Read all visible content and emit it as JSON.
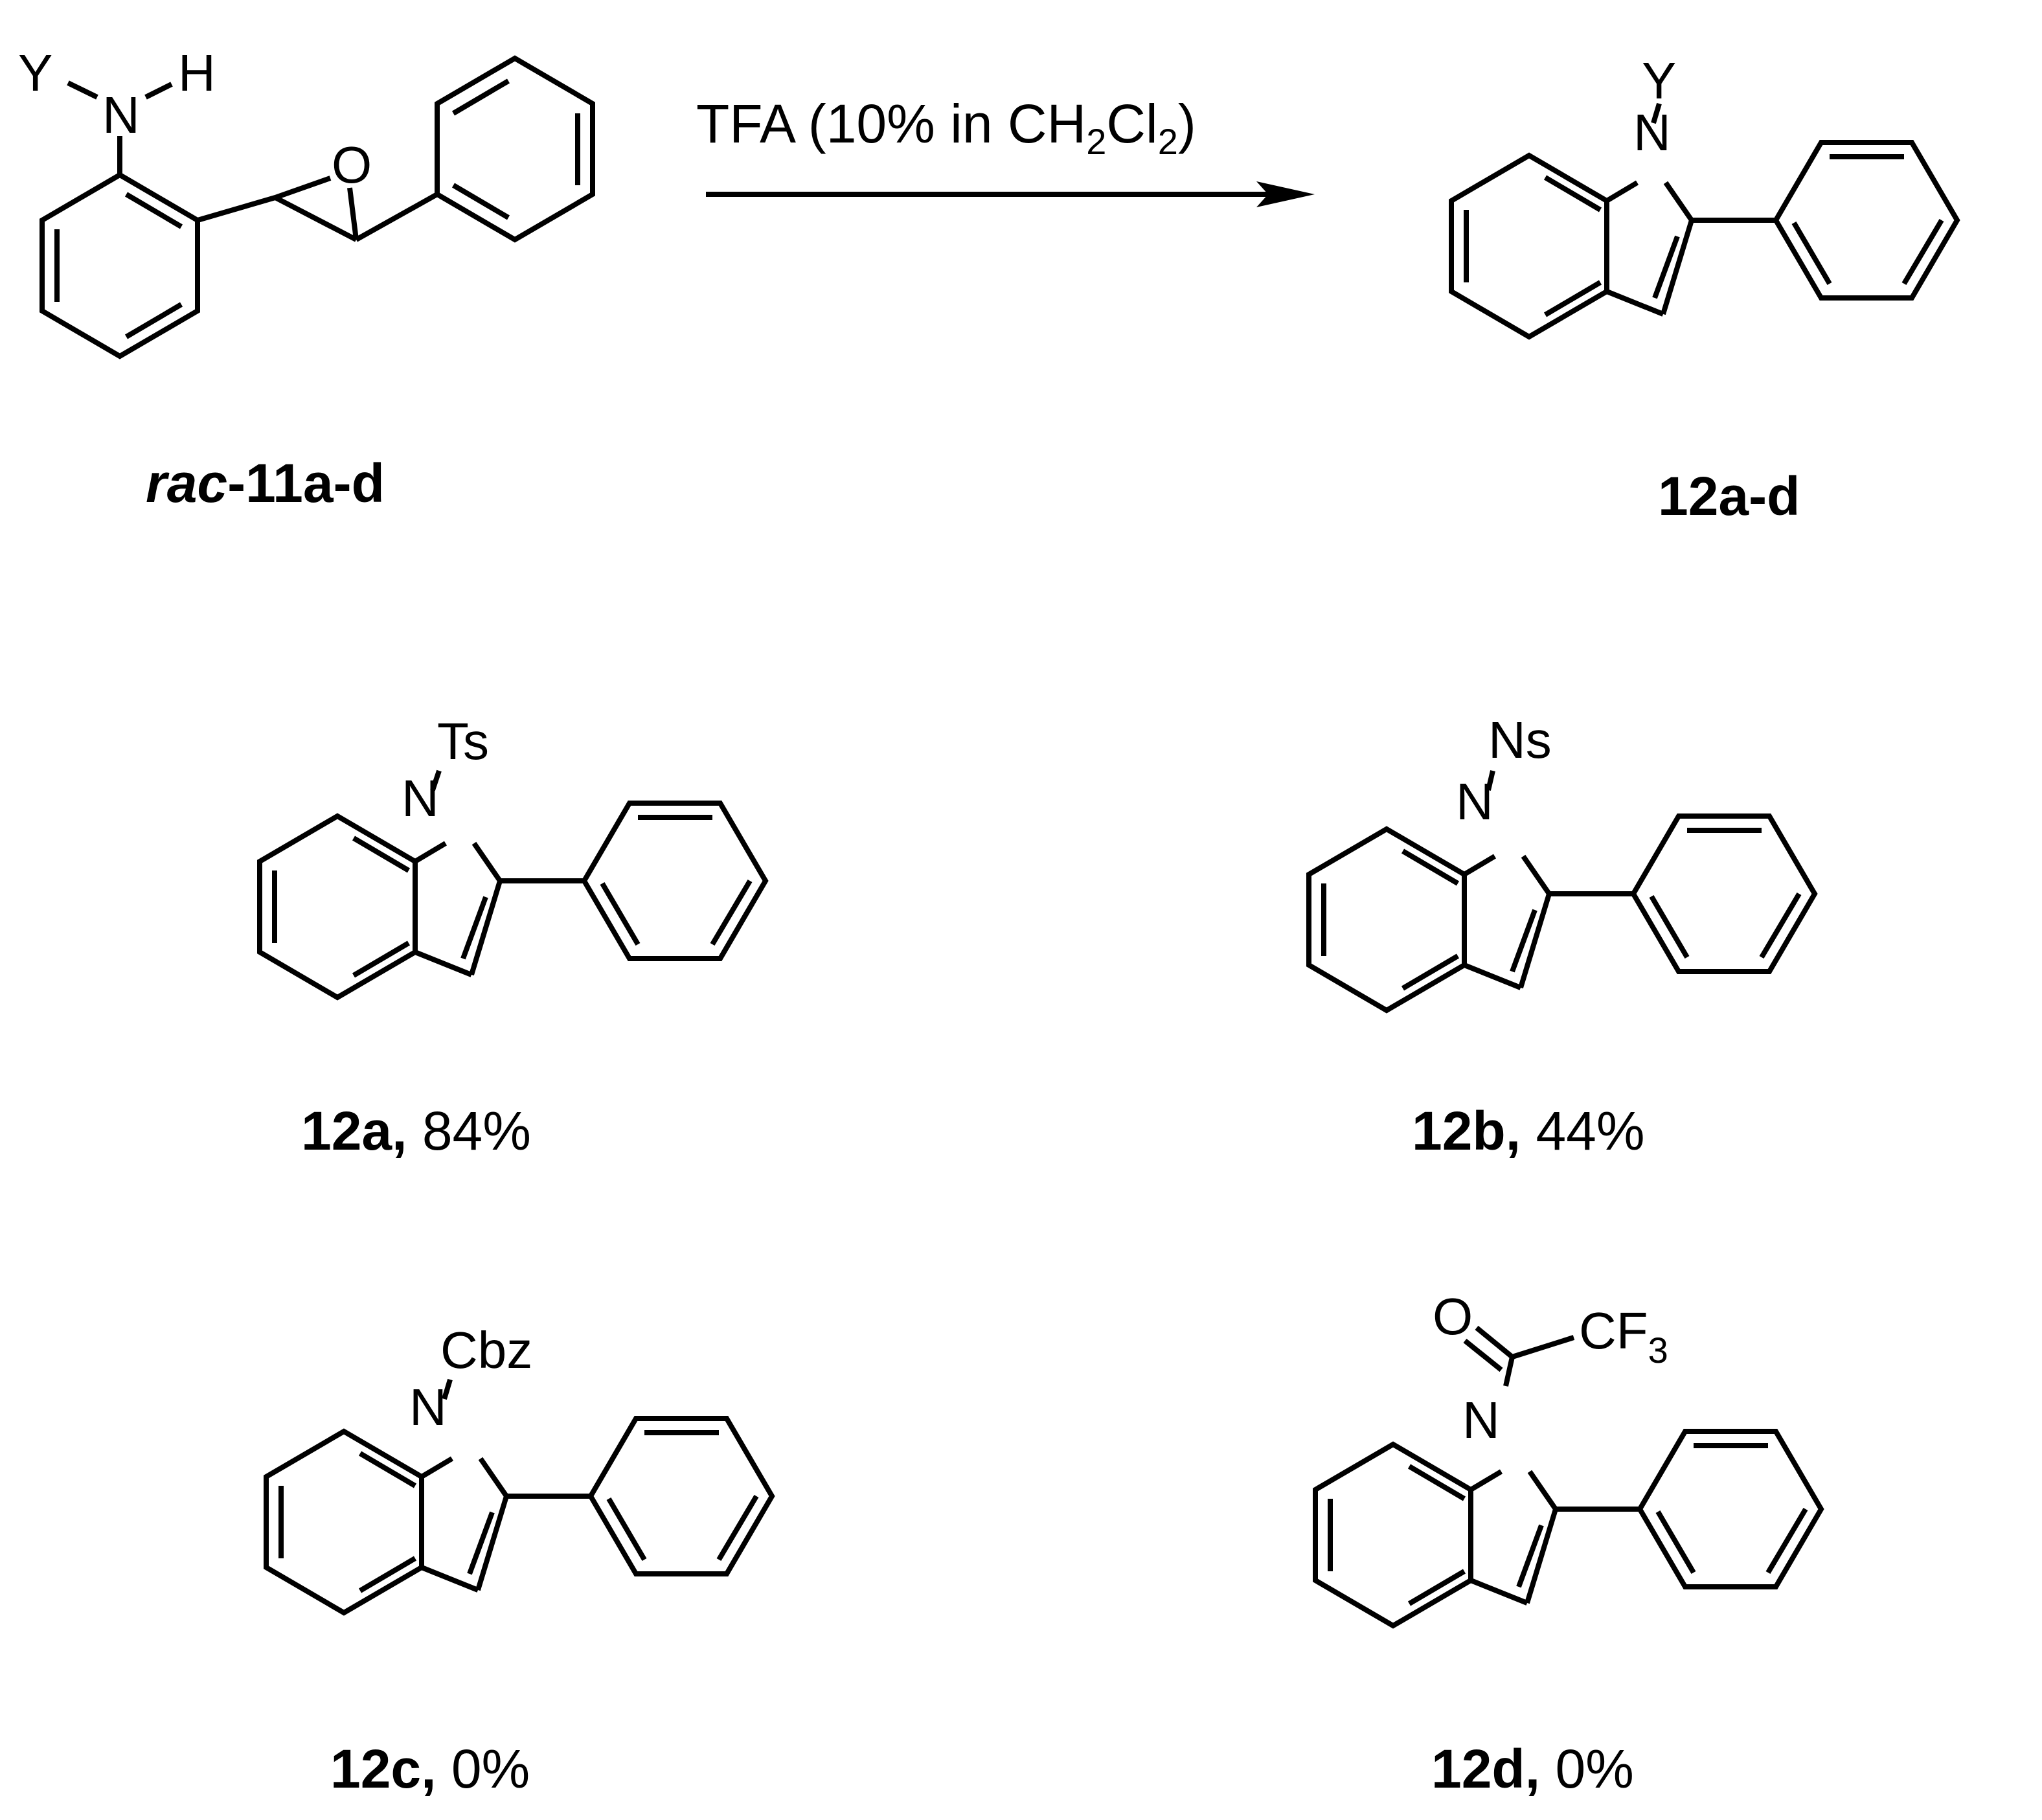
{
  "reactant": {
    "atoms": {
      "y": "Y",
      "n": "N",
      "h": "H",
      "o": "O"
    },
    "label_prefix": "rac",
    "label_number": "-11a-d"
  },
  "reaction": {
    "reagent_main": "TFA (10% in CH",
    "reagent_sub1": "2",
    "reagent_mid": "Cl",
    "reagent_sub2": "2",
    "reagent_end": ")"
  },
  "product_general": {
    "n": "N",
    "substituent": "Y",
    "label": "12a-d"
  },
  "examples": [
    {
      "n": "N",
      "substituent": "Ts",
      "label": "12a,",
      "yield": "84%"
    },
    {
      "n": "N",
      "substituent": "Ns",
      "label": "12b,",
      "yield": "44%"
    },
    {
      "n": "N",
      "substituent": "Cbz",
      "label": "12c,",
      "yield": "0%"
    },
    {
      "n": "N",
      "carbonyl_o": "O",
      "substituent_main": "CF",
      "substituent_sub": "3",
      "label": "12d,",
      "yield": "0%"
    }
  ]
}
